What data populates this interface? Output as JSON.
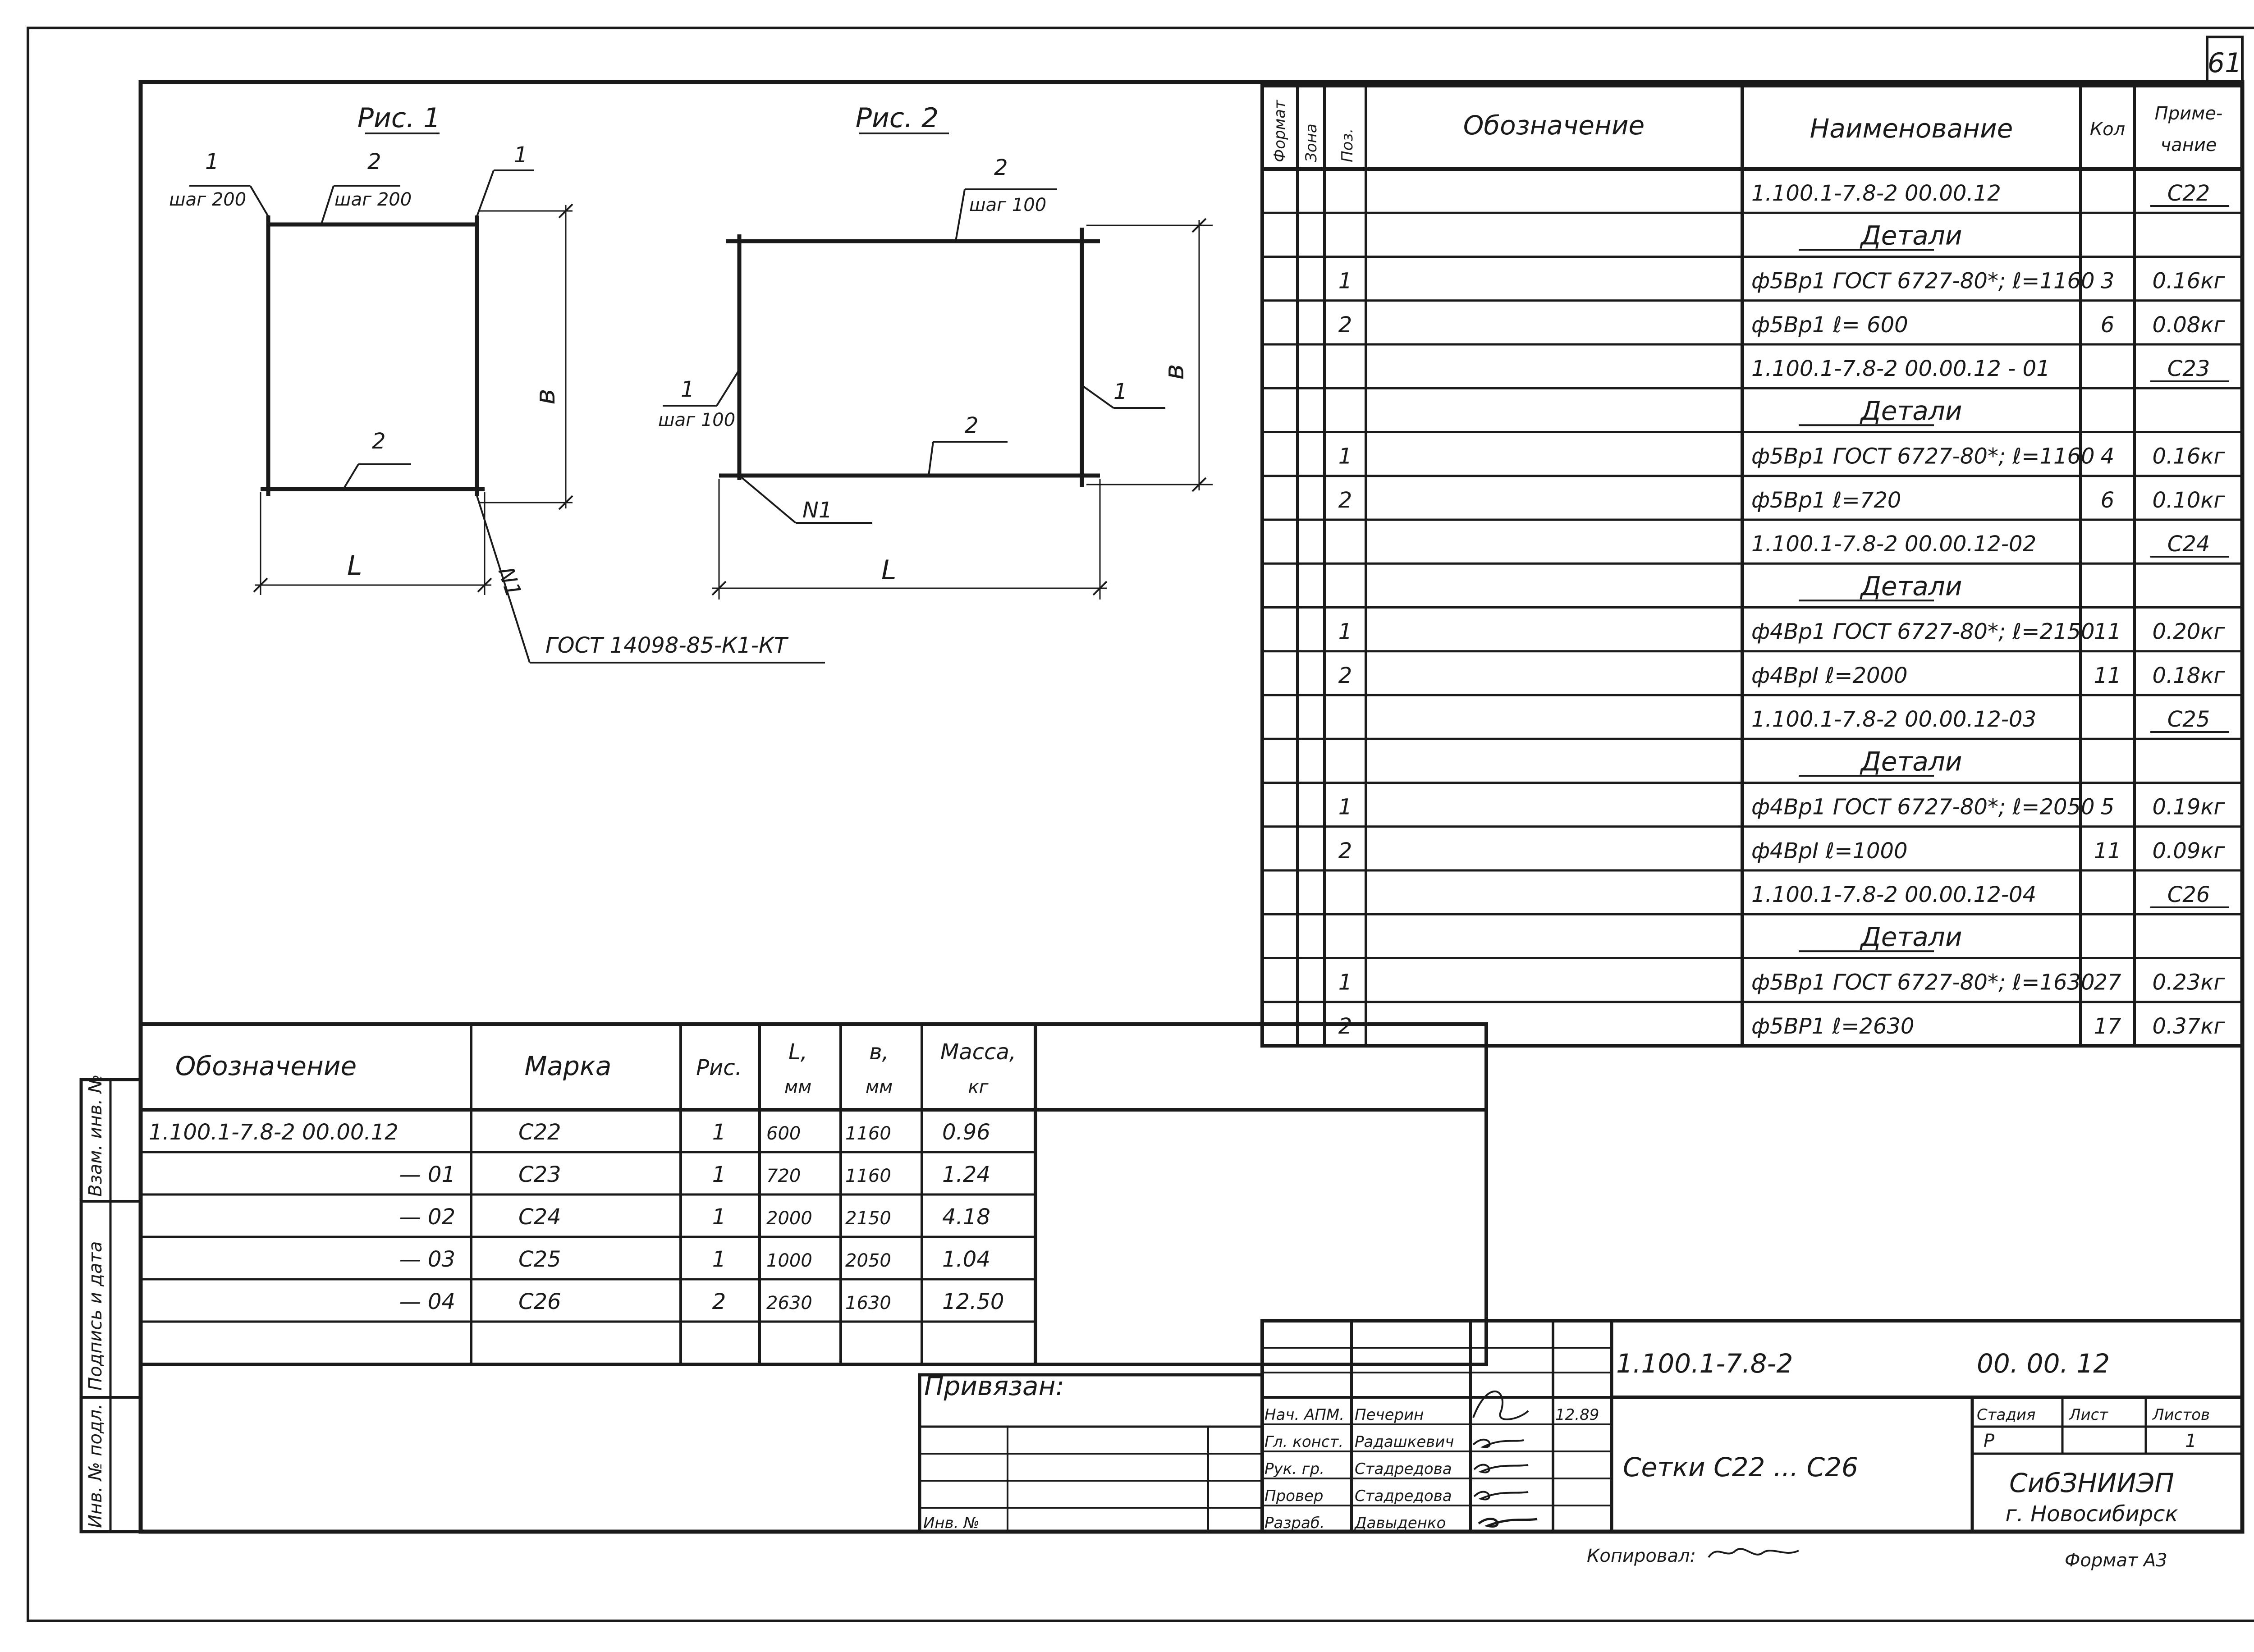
{
  "page_number": "61",
  "figures": {
    "fig1_title": "Рис. 1",
    "fig2_title": "Рис. 2",
    "fig1_label_1_left": "1",
    "fig1_step_left": "шаг 200",
    "fig1_label_2_top": "2",
    "fig1_step_top": "шаг 200",
    "fig1_label_1_right": "1",
    "fig1_label_2_bottom": "2",
    "fig1_dim_b": "в",
    "fig1_dim_l": "L",
    "fig1_weld": "N1",
    "fig1_gost": "ГОСТ 14098-85-К1-КТ",
    "fig2_label_2_top": "2",
    "fig2_step_top": "шаг 100",
    "fig2_label_1_left": "1",
    "fig2_step_left": "шаг 100",
    "fig2_label_1_right": "1",
    "fig2_label_2_bottom": "2",
    "fig2_weld": "N1",
    "fig2_dim_l": "L",
    "fig2_dim_b": "в"
  },
  "spec": {
    "headers": {
      "format": "Формат",
      "zone": "Зона",
      "pos": "Поз.",
      "designation": "Обозначение",
      "name": "Наименование",
      "qty": "Кол",
      "note_line1": "Приме-",
      "note_line2": "чание"
    },
    "rows": [
      {
        "pos": "",
        "name": "1.100.1-7.8-2   00.00.12",
        "qty": "",
        "note": "С22",
        "kind": "assembly"
      },
      {
        "pos": "",
        "name": "Детали",
        "qty": "",
        "note": "",
        "kind": "section"
      },
      {
        "pos": "1",
        "name": "ф5Вр1  ГОСТ 6727-80*; ℓ=1160",
        "qty": "3",
        "note": "0.16кг",
        "kind": "item"
      },
      {
        "pos": "2",
        "name": "ф5Вр1             ℓ= 600",
        "qty": "6",
        "note": "0.08кг",
        "kind": "item"
      },
      {
        "pos": "",
        "name": "1.100.1-7.8-2   00.00.12 - 01",
        "qty": "",
        "note": "С23",
        "kind": "assembly"
      },
      {
        "pos": "",
        "name": "Детали",
        "qty": "",
        "note": "",
        "kind": "section"
      },
      {
        "pos": "1",
        "name": "ф5Вр1 ГОСТ 6727-80*; ℓ=1160",
        "qty": "4",
        "note": "0.16кг",
        "kind": "item"
      },
      {
        "pos": "2",
        "name": "ф5Вр1              ℓ=720",
        "qty": "6",
        "note": "0.10кг",
        "kind": "item"
      },
      {
        "pos": "",
        "name": "1.100.1-7.8-2   00.00.12-02",
        "qty": "",
        "note": "С24",
        "kind": "assembly"
      },
      {
        "pos": "",
        "name": "Детали",
        "qty": "",
        "note": "",
        "kind": "section"
      },
      {
        "pos": "1",
        "name": "ф4Вр1 ГОСТ 6727-80*; ℓ=2150",
        "qty": "11",
        "note": "0.20кг",
        "kind": "item"
      },
      {
        "pos": "2",
        "name": "ф4ВрI             ℓ=2000",
        "qty": "11",
        "note": "0.18кг",
        "kind": "item"
      },
      {
        "pos": "",
        "name": "1.100.1-7.8-2   00.00.12-03",
        "qty": "",
        "note": "С25",
        "kind": "assembly"
      },
      {
        "pos": "",
        "name": "Детали",
        "qty": "",
        "note": "",
        "kind": "section"
      },
      {
        "pos": "1",
        "name": "ф4Вр1 ГОСТ 6727-80*; ℓ=2050",
        "qty": "5",
        "note": "0.19кг",
        "kind": "item"
      },
      {
        "pos": "2",
        "name": "ф4ВрI              ℓ=1000",
        "qty": "11",
        "note": "0.09кг",
        "kind": "item"
      },
      {
        "pos": "",
        "name": "1.100.1-7.8-2   00.00.12-04",
        "qty": "",
        "note": "С26",
        "kind": "assembly"
      },
      {
        "pos": "",
        "name": "Детали",
        "qty": "",
        "note": "",
        "kind": "section"
      },
      {
        "pos": "1",
        "name": "ф5Вр1  ГОСТ 6727-80*; ℓ=1630",
        "qty": "27",
        "note": "0.23кг",
        "kind": "item"
      },
      {
        "pos": "2",
        "name": "ф5ВР1              ℓ=2630",
        "qty": "17",
        "note": "0.37кг",
        "kind": "item"
      }
    ]
  },
  "marks_table": {
    "headers": {
      "designation": "Обозначение",
      "mark": "Марка",
      "fig": "Рис.",
      "l_line1": "L,",
      "l_line2": "мм",
      "b_line1": "в,",
      "b_line2": "мм",
      "mass_line1": "Масса,",
      "mass_line2": "кг"
    },
    "rows": [
      {
        "designation": "1.100.1-7.8-2   00.00.12",
        "mark": "С22",
        "fig": "1",
        "l": "600",
        "b": "1160",
        "mass": "0.96"
      },
      {
        "designation": "— 01",
        "mark": "С23",
        "fig": "1",
        "l": "720",
        "b": "1160",
        "mass": "1.24"
      },
      {
        "designation": "— 02",
        "mark": "С24",
        "fig": "1",
        "l": "2000",
        "b": "2150",
        "mass": "4.18"
      },
      {
        "designation": "— 03",
        "mark": "С25",
        "fig": "1",
        "l": "1000",
        "b": "2050",
        "mass": "1.04"
      },
      {
        "designation": "— 04",
        "mark": "С26",
        "fig": "2",
        "l": "2630",
        "b": "1630",
        "mass": "12.50"
      }
    ]
  },
  "side_stamp": {
    "f1": "Взам. инв. №",
    "f2": "Подпись и дата",
    "f3": "Инв. № подл."
  },
  "privyazan": "Привязан:",
  "inv_no": "Инв. №",
  "title_block": {
    "doc_code": "1.100.1-7.8-2",
    "doc_suffix": "00. 00. 12",
    "title": "Сетки  С22 ... С26",
    "stage_label": "Стадия",
    "sheet_label": "Лист",
    "sheets_label": "Листов",
    "stage": "Р",
    "sheets": "1",
    "org_line1": "СибЗНИИЭП",
    "org_line2": "г. Новосибирск",
    "date": "12.89",
    "people": [
      {
        "role": "Нач. АПМ.",
        "name": "Печерин"
      },
      {
        "role": "Гл. конст.",
        "name": "Радашкевич"
      },
      {
        "role": "Рук. гр.",
        "name": "Стадредова"
      },
      {
        "role": "Провер",
        "name": "Стадредова"
      },
      {
        "role": "Разраб.",
        "name": "Давыденко"
      }
    ]
  },
  "copied_by": "Копировал:",
  "format_label": "Формат А3"
}
